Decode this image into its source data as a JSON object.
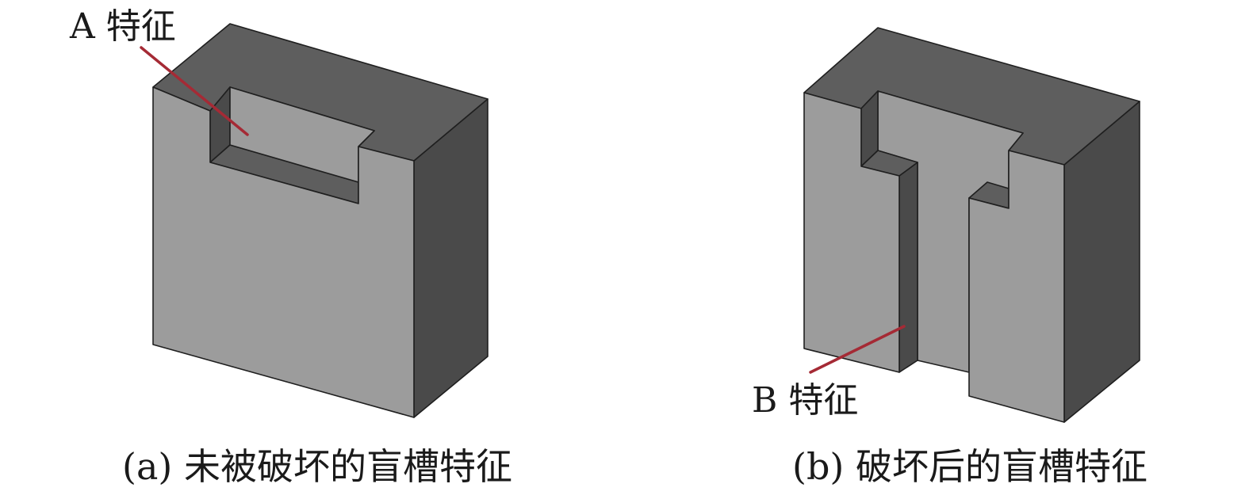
{
  "colors": {
    "top_face": "#5e5e5e",
    "front_face": "#9c9c9c",
    "side_face": "#4a4a4a",
    "leader_line": "#a52a35",
    "text": "#1a1a1a"
  },
  "panels": [
    {
      "callout": "A 特征",
      "caption": "(a) 未被破坏的盲槽特征"
    },
    {
      "callout": "B 特征",
      "caption": "(b) 破坏后的盲槽特征"
    }
  ]
}
